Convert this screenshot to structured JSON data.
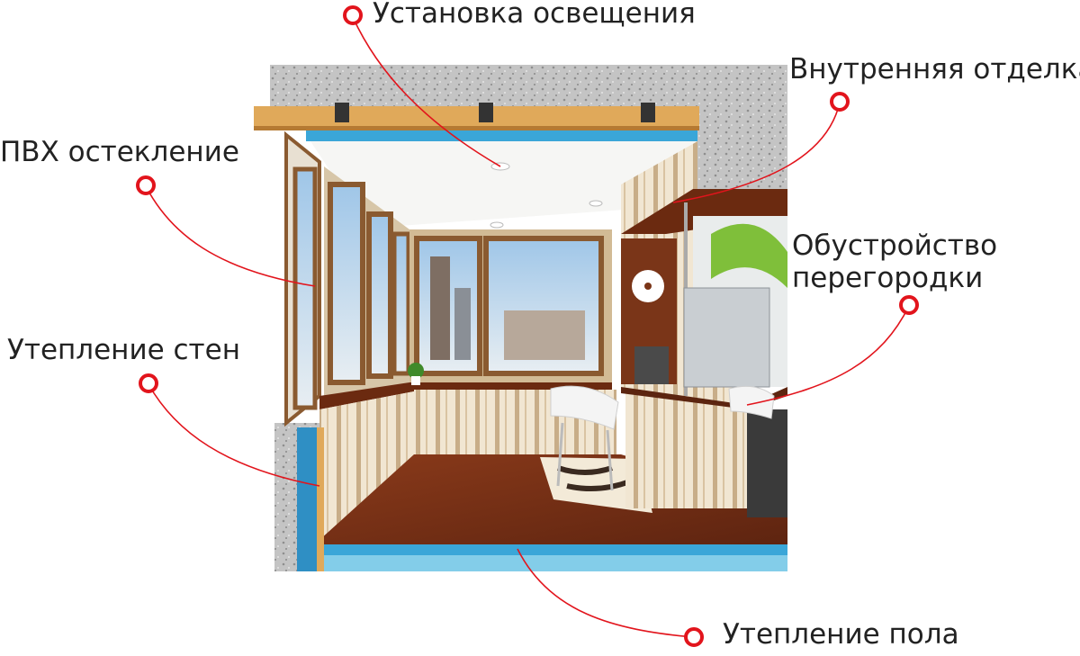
{
  "colors": {
    "callout_red": "#e2141c",
    "label_text": "#222222",
    "concrete": "#bdbdbd",
    "wood_floor": "#7a2e14",
    "wall_stripe_light": "#efe3cf",
    "wall_stripe_dark": "#c9b08e",
    "insulation_blue": "#3aa6d8",
    "window_frame": "#8a5a30"
  },
  "callouts": [
    {
      "id": "lighting",
      "label": "Установка освещения"
    },
    {
      "id": "inner-finish",
      "label": "Внутренняя отделка"
    },
    {
      "id": "pvc-glazing",
      "label": "ПВХ остекление"
    },
    {
      "id": "partition",
      "label_line1": "Обустройство",
      "label_line2": "перегородки"
    },
    {
      "id": "wall-insulation",
      "label": "Утепление стен"
    },
    {
      "id": "floor-insulation",
      "label": "Утепление пола"
    }
  ]
}
